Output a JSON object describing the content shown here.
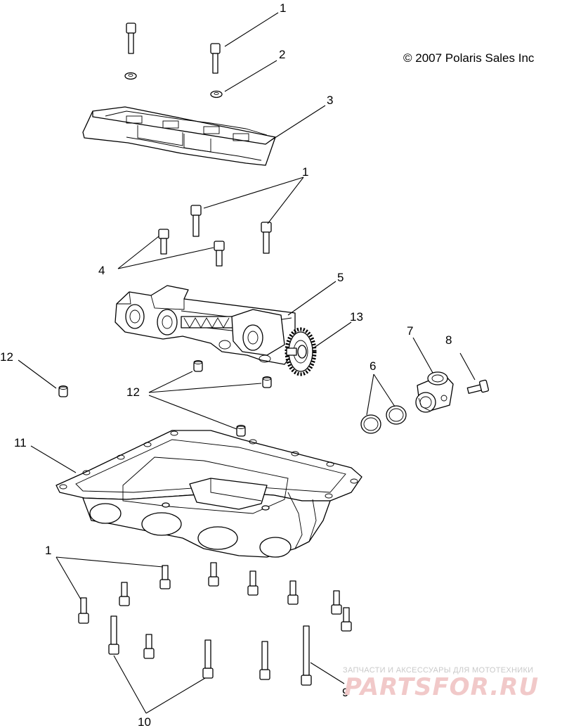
{
  "copyright": "© 2007 Polaris Sales Inc",
  "watermark": {
    "tagline": "ЗАПЧАСТИ И АКСЕССУАРЫ ДЛЯ МОТОТЕХНИКИ",
    "brand": "PARTSFOR.RU"
  },
  "callouts": {
    "c1_top": "1",
    "c2": "2",
    "c3": "3",
    "c1_mid": "1",
    "c4": "4",
    "c5": "5",
    "c13": "13",
    "c7": "7",
    "c8": "8",
    "c6": "6",
    "c12_left": "12",
    "c12_mid": "12",
    "c11": "11",
    "c1_bottom": "1",
    "c9": "9",
    "c10": "10"
  },
  "colors": {
    "line": "#000000",
    "background": "#ffffff",
    "watermark_text": "#c9c9c9",
    "watermark_brand": "#f1c9c9"
  }
}
